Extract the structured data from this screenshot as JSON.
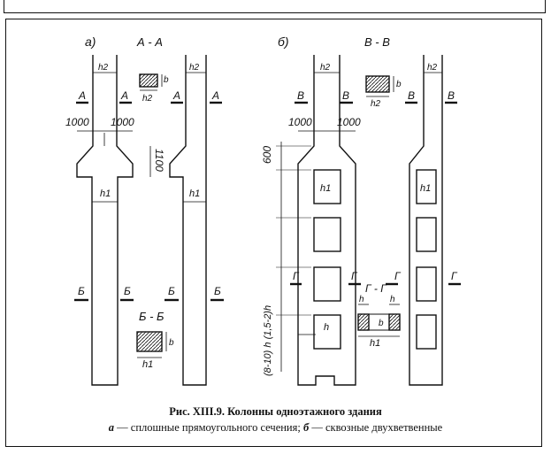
{
  "figure": {
    "caption_title": "Рис. XIII.9. Колонны одноэтажного здания",
    "caption_a_marker": "а",
    "caption_a_text": " — сплошные прямоугольного сечения; ",
    "caption_b_marker": "б",
    "caption_b_text": " — сквозные двухветвенные"
  },
  "left_panel": {
    "panel_label": "а)",
    "section_title_aa": "А - А",
    "section_title_bb": "Б - Б",
    "mark_a": "А",
    "mark_b": "Б",
    "dim_1000": "1000",
    "dim_1100": "1100",
    "h1": "h1",
    "h2": "h2",
    "b": "b"
  },
  "right_panel": {
    "panel_label": "б)",
    "section_title_vv": "В - В",
    "section_title_gg": "Г - Г",
    "mark_v": "В",
    "mark_g": "Г",
    "dim_1000": "1000",
    "dim_600": "600",
    "dim_side": "(8-10) h  (1,5-2)h",
    "h": "h",
    "h1": "h1",
    "h2": "h2",
    "b": "b"
  }
}
